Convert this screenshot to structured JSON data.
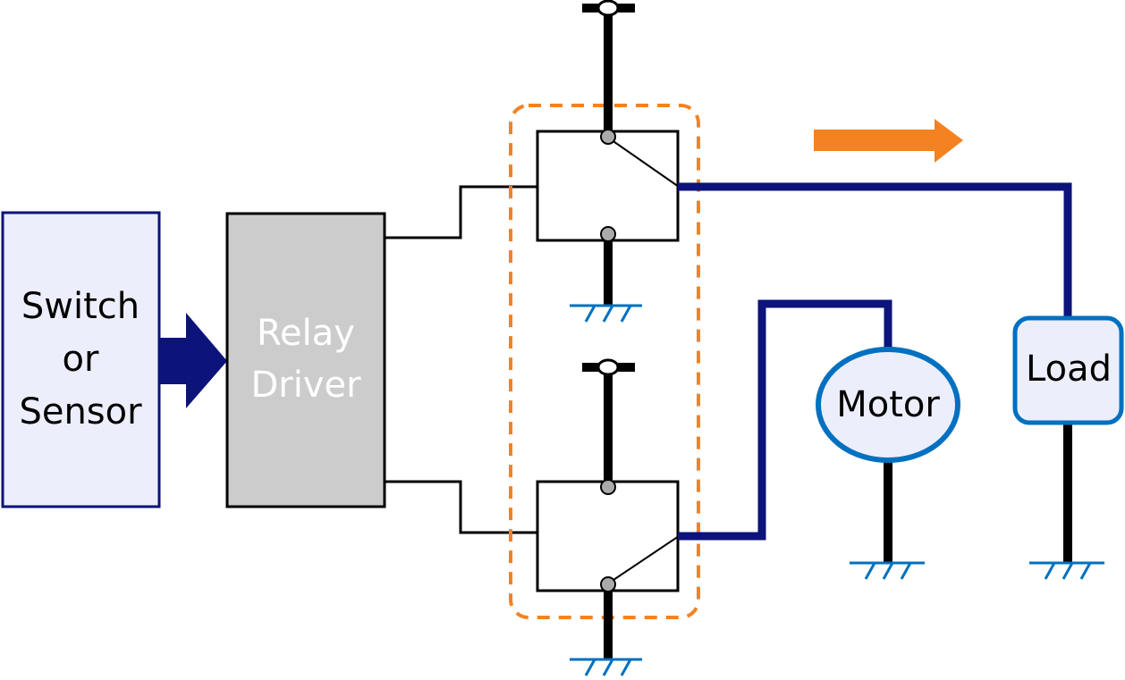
{
  "blocks": {
    "switch_sensor": {
      "line1": "Switch",
      "line2": "or",
      "line3": "Sensor"
    },
    "relay_driver": {
      "line1": "Relay",
      "line2": "Driver"
    },
    "motor": {
      "label": "Motor"
    },
    "load": {
      "label": "Load"
    }
  },
  "colors": {
    "dark_blue": "#0c137a",
    "orange": "#f58220",
    "steel_blue": "#0070c0",
    "light_fill": "#eceefb",
    "gray_fill": "#cccccc",
    "black": "#000000"
  },
  "icons": {
    "input_arrow": "right-arrow-icon",
    "current_arrow": "right-arrow-icon",
    "ground": "ground-icon",
    "terminal": "terminal-icon"
  }
}
